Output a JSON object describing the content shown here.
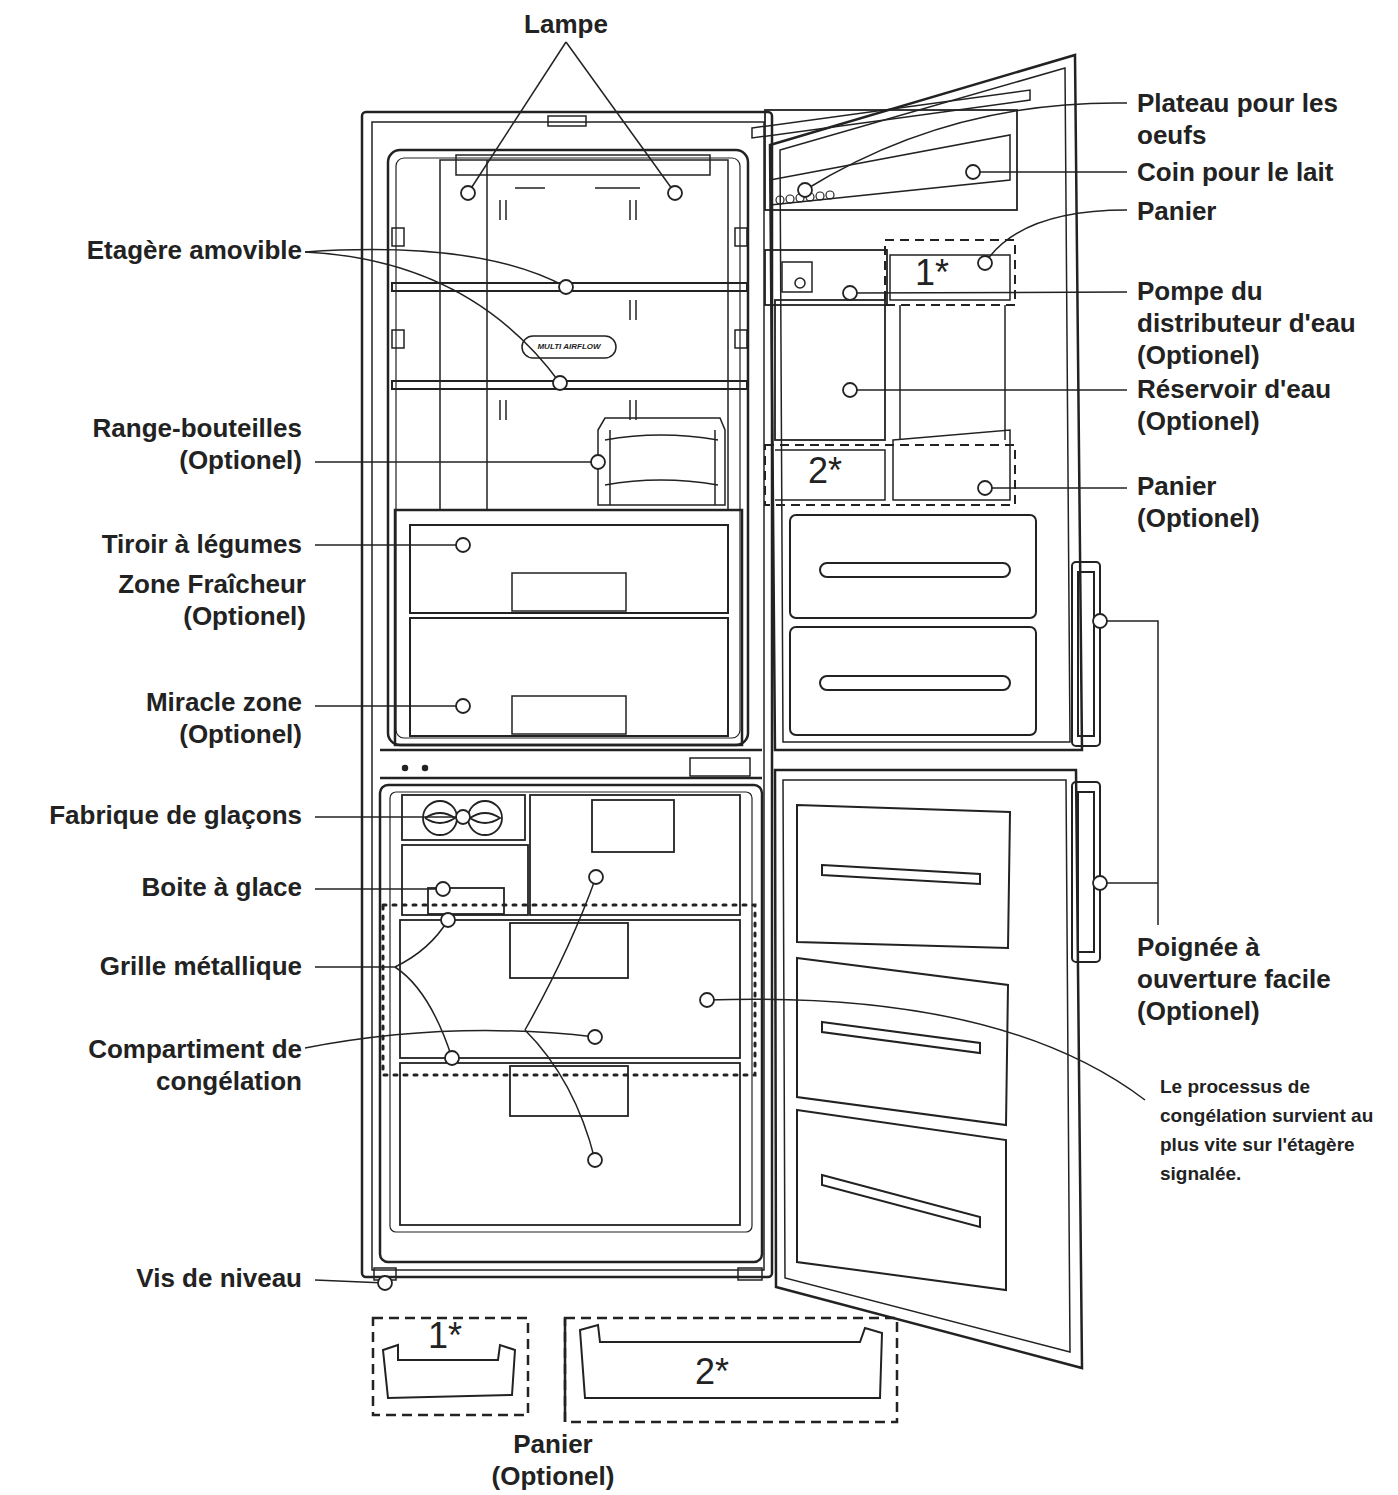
{
  "diagram": {
    "labels": [
      "Lampe",
      "Plateau pour les oeufs",
      "Coin pour le lait",
      "Panier",
      "Etagère amovible",
      "Pompe du distributeur d'eau (Optionel)",
      "MULTI AIRFLOW",
      "Réservoir d'eau (Optionel)",
      "Range-bouteilles (Optionel)",
      "Panier (Optionel)",
      "Tiroir à légumes",
      "Zone Fraîcheur (Optionel)",
      "Miracle zone (Optionel)",
      "1*",
      "2*",
      "Fabrique de glaçons",
      "Boite à glace",
      "Grille métallique",
      "Compartiment de congélation",
      "Poignée à ouverture facile (Optionel)",
      "Le processus de congélation survient au plus vite sur l'étagère signalée.",
      "Vis de niveau",
      "1*",
      "2*",
      "Panier (Optionel)"
    ]
  }
}
